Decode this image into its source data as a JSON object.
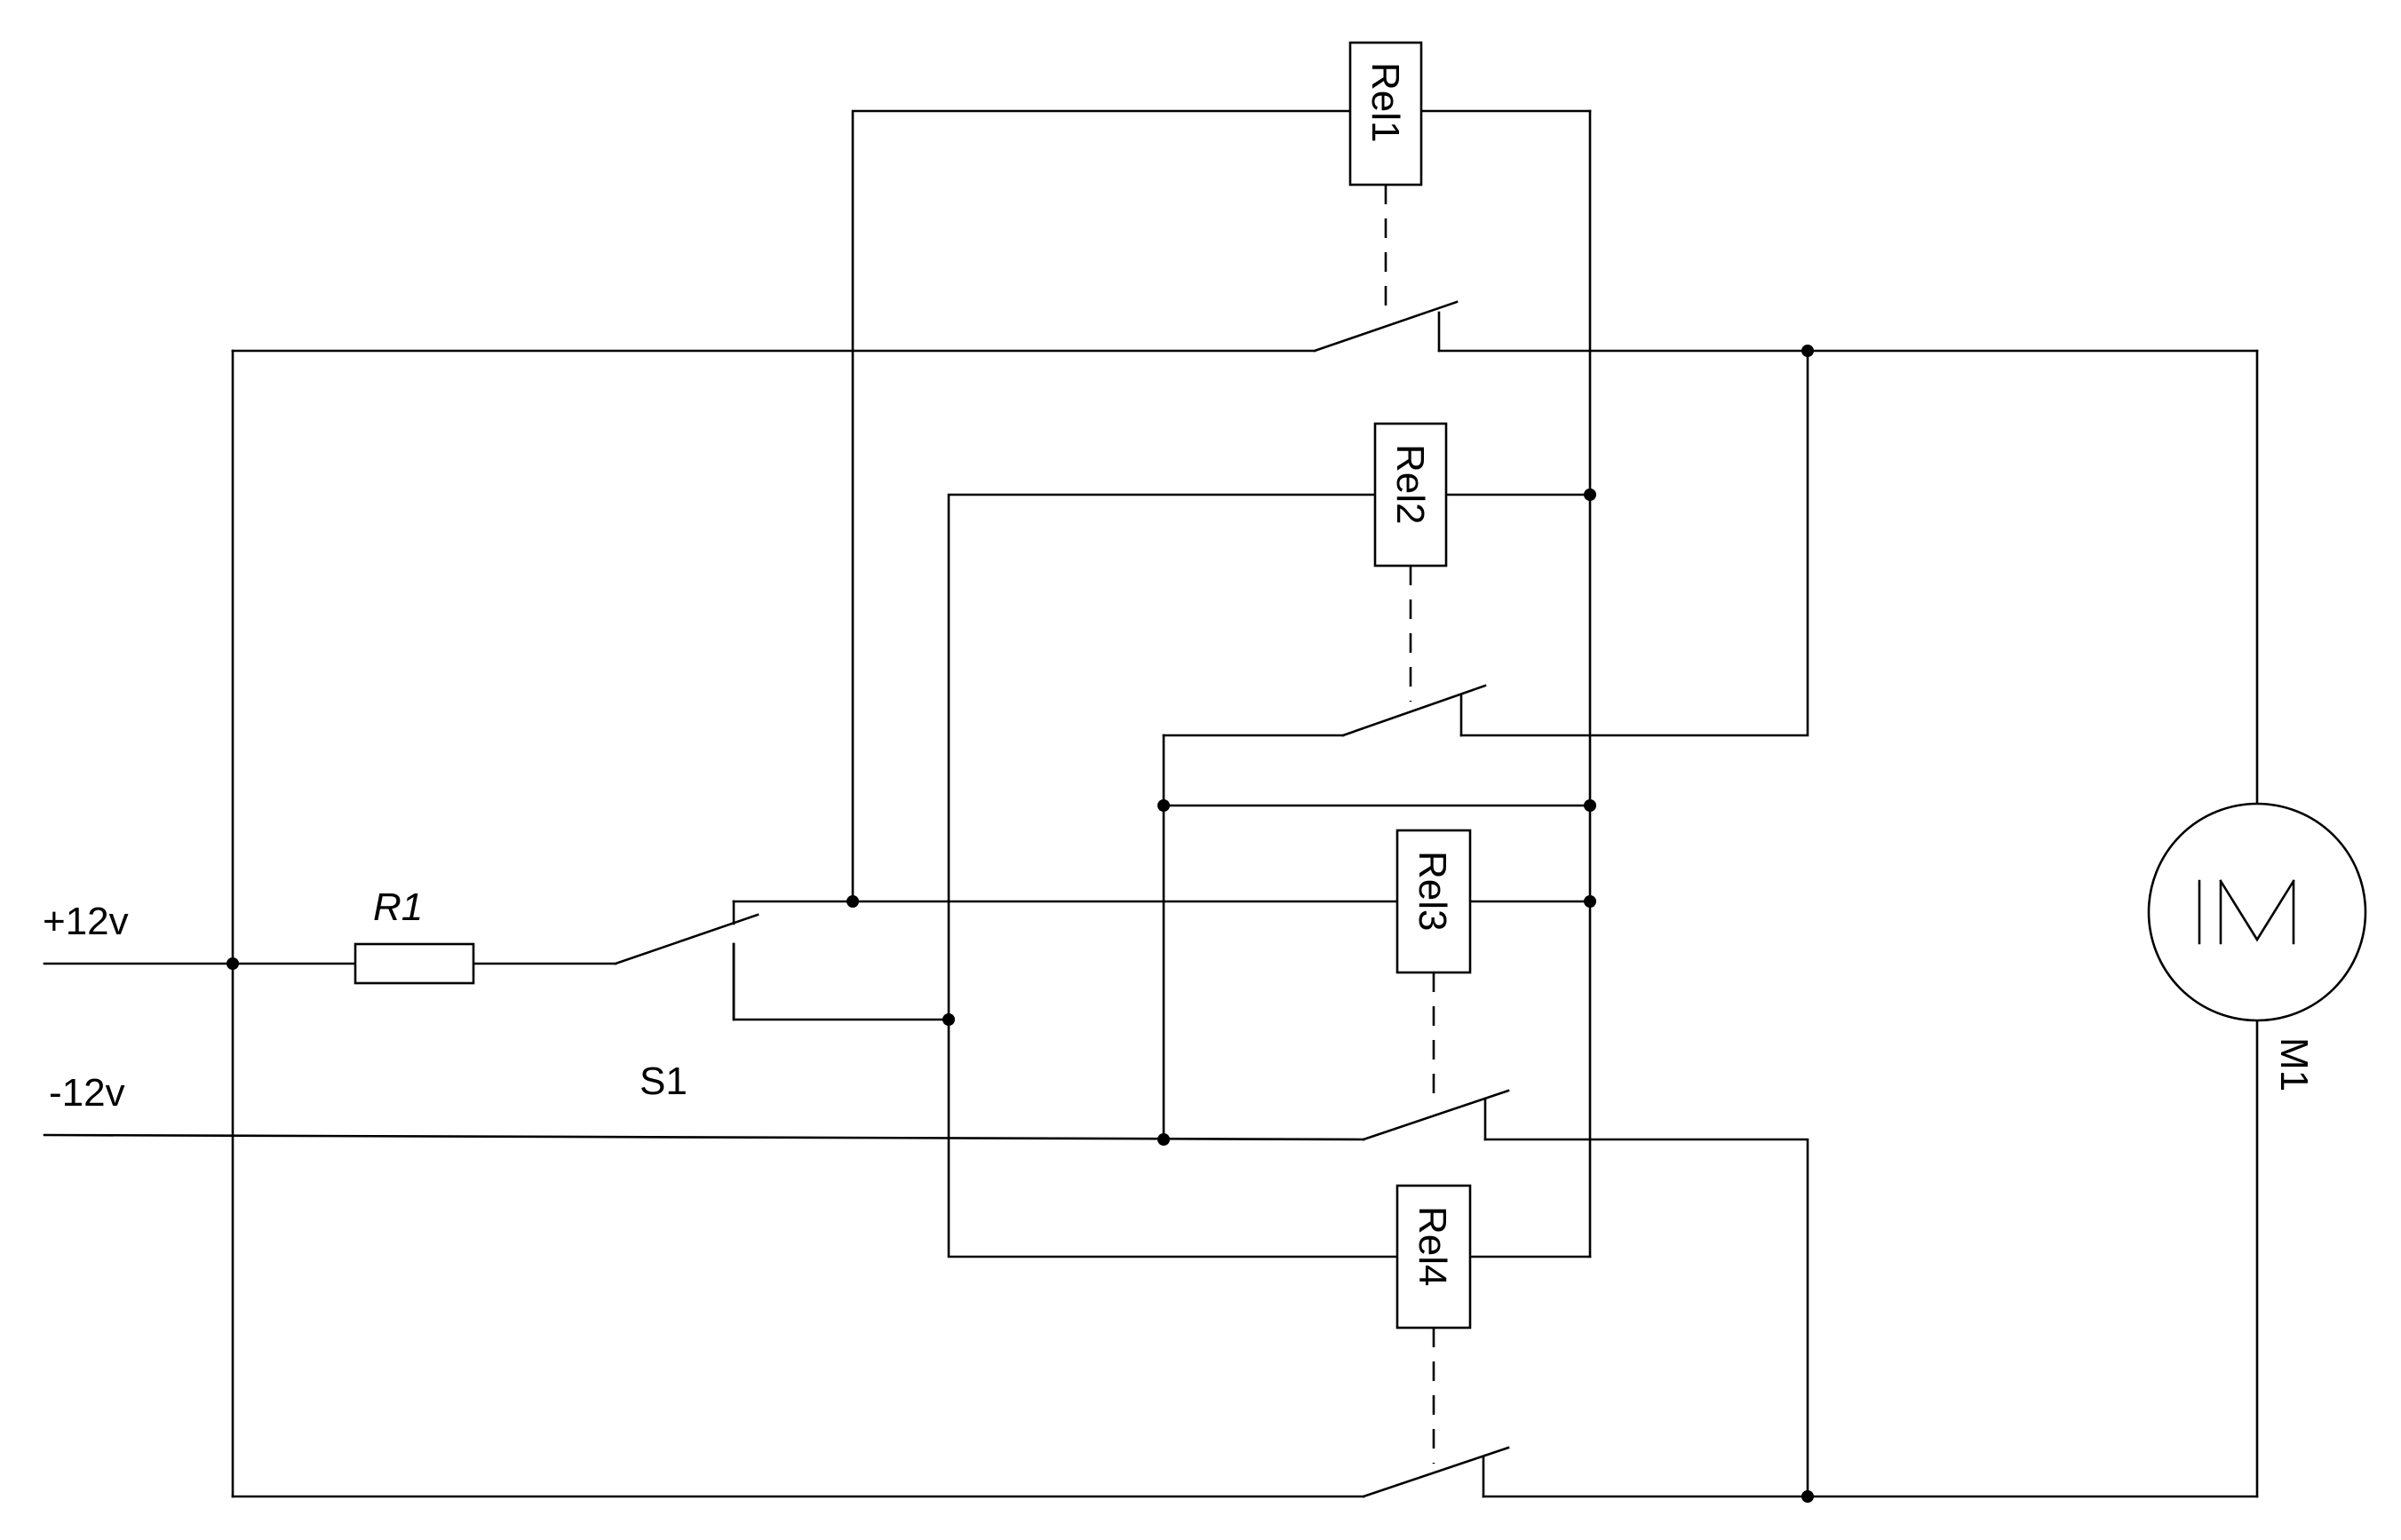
{
  "diagram": {
    "type": "circuit-schematic",
    "terminals": {
      "plus": "+12v",
      "minus": "-12v"
    },
    "resistor": {
      "label": "R1"
    },
    "switch": {
      "label": "S1"
    },
    "relays": [
      {
        "label": "Rel1"
      },
      {
        "label": "Rel2"
      },
      {
        "label": "Rel3"
      },
      {
        "label": "Rel4"
      }
    ],
    "motor": {
      "label": "M1"
    }
  }
}
